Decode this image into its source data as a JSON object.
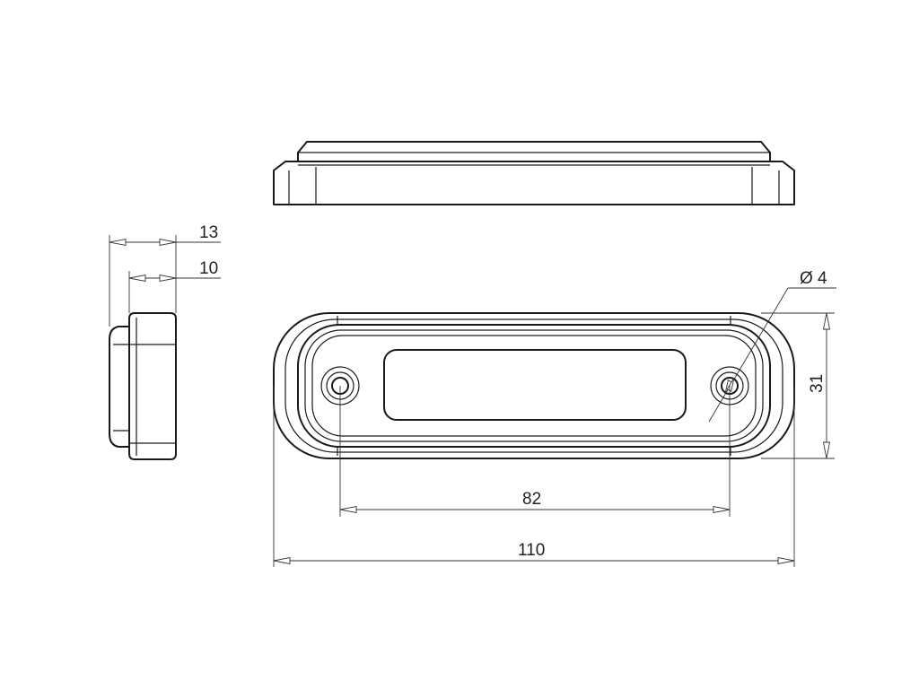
{
  "drawing": {
    "dimensions": {
      "depth_total": "13",
      "depth_body": "10",
      "hole_diameter": "4",
      "hole_diameter_symbol": "Ø",
      "height": "31",
      "hole_spacing": "82",
      "overall_length": "110"
    },
    "colors": {
      "line": "#1a1a1a",
      "dimension": "#333333",
      "background": "#ffffff"
    }
  }
}
